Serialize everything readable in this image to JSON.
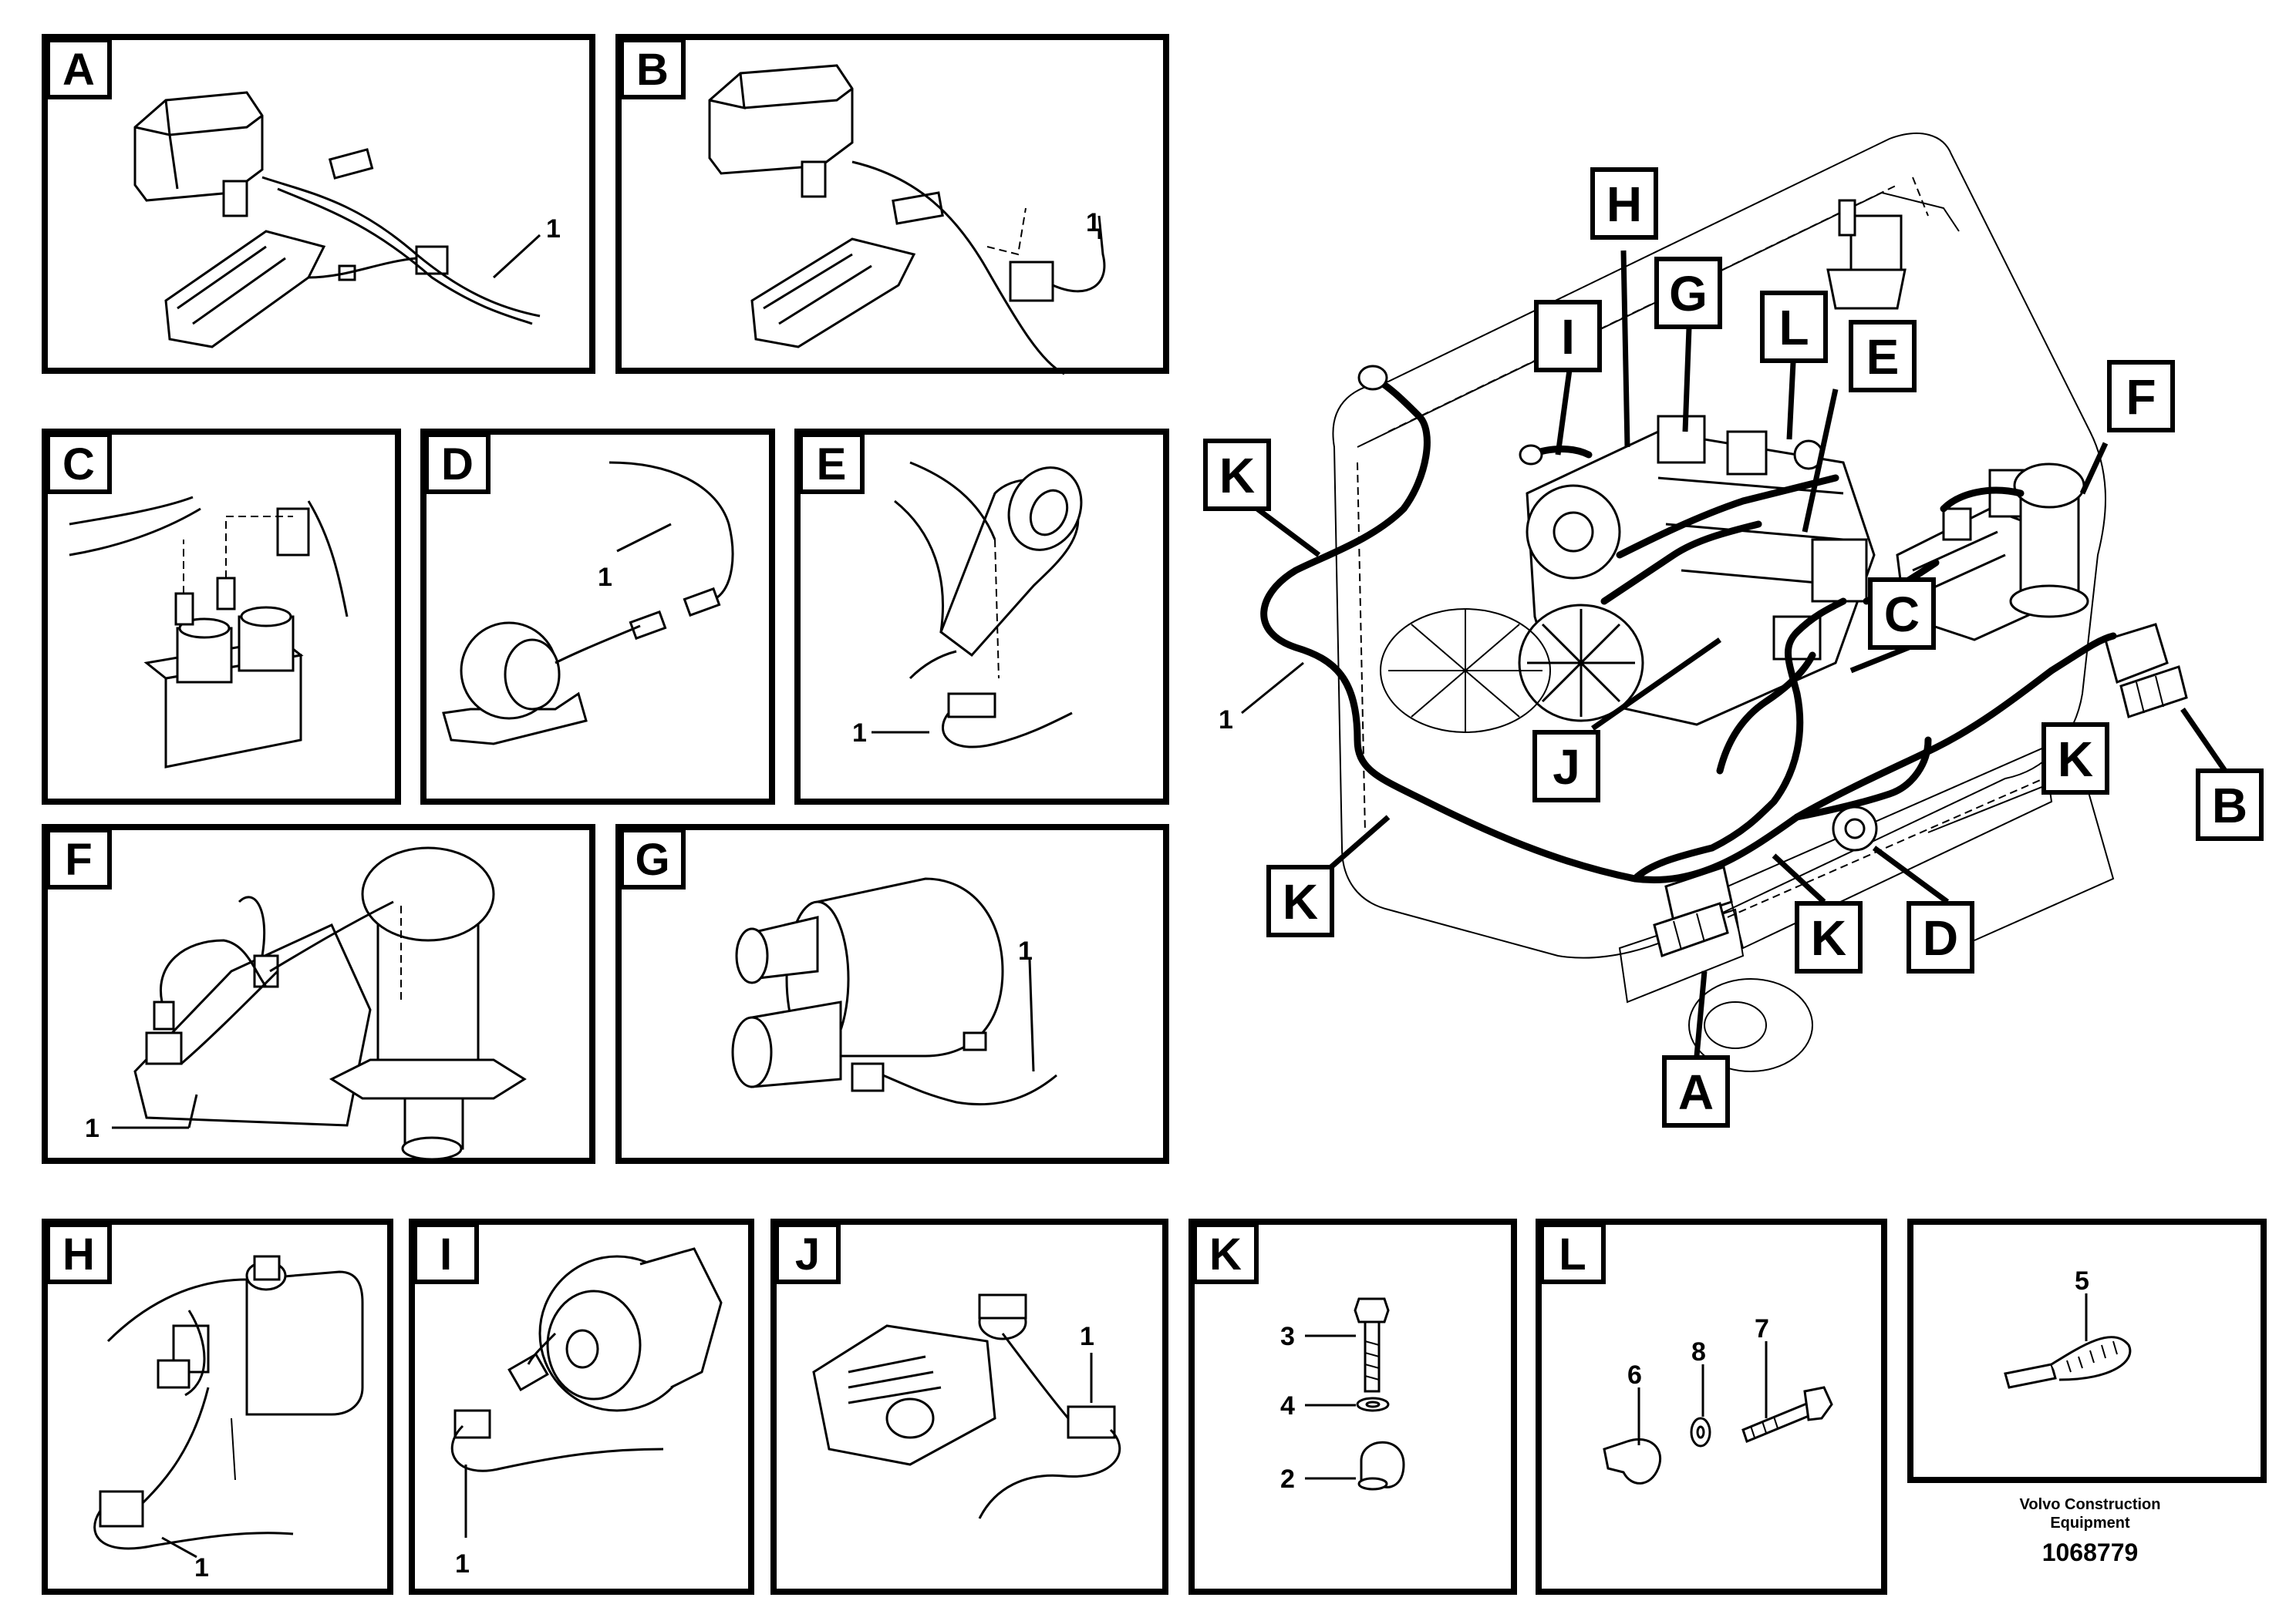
{
  "panels": [
    {
      "id": "A",
      "label": "A",
      "callouts": [
        "1"
      ]
    },
    {
      "id": "B",
      "label": "B",
      "callouts": [
        "1"
      ]
    },
    {
      "id": "C",
      "label": "C",
      "callouts": []
    },
    {
      "id": "D",
      "label": "D",
      "callouts": [
        "1"
      ]
    },
    {
      "id": "E",
      "label": "E",
      "callouts": [
        "1"
      ]
    },
    {
      "id": "F",
      "label": "F",
      "callouts": [
        "1"
      ]
    },
    {
      "id": "G",
      "label": "G",
      "callouts": [
        "1"
      ]
    },
    {
      "id": "H",
      "label": "H",
      "callouts": [
        "1"
      ]
    },
    {
      "id": "I",
      "label": "I",
      "callouts": [
        "1"
      ]
    },
    {
      "id": "J",
      "label": "J",
      "callouts": [
        "1"
      ]
    },
    {
      "id": "K",
      "label": "K",
      "callouts": [
        "3",
        "4",
        "2"
      ]
    },
    {
      "id": "L",
      "label": "L",
      "callouts": [
        "6",
        "8",
        "7"
      ]
    },
    {
      "id": "tie",
      "label": "",
      "callouts": [
        "5"
      ]
    }
  ],
  "overview": {
    "callouts": {
      "H": "H",
      "G": "G",
      "I": "I",
      "L": "L",
      "E": "E",
      "F": "F",
      "K1": "K",
      "K2": "K",
      "K3": "K",
      "K4": "K",
      "C": "C",
      "J": "J",
      "B": "B",
      "D": "D",
      "A": "A"
    },
    "harness_number": "1"
  },
  "footer": {
    "brand_line1": "Volvo Construction",
    "brand_line2": "Equipment",
    "doc_number": "1068779"
  }
}
